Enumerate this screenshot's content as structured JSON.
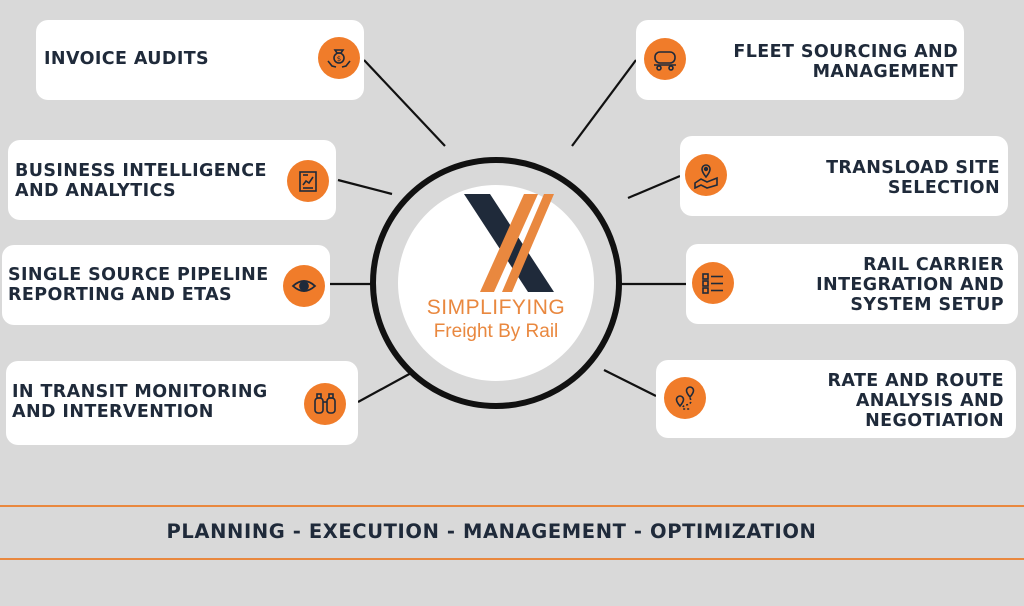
{
  "hub": {
    "title": "SIMPLIFYING",
    "subtitle": "Freight By Rail"
  },
  "services": [
    {
      "label": "INVOICE AUDITS",
      "icon": "money-bag-in-hands-icon"
    },
    {
      "label": "BUSINESS INTELLIGENCE\nAND ANALYTICS",
      "icon": "analytics-report-icon"
    },
    {
      "label": "SINGLE SOURCE PIPELINE\nREPORTING AND ETAS",
      "icon": "eye-icon"
    },
    {
      "label": "IN TRANSIT MONITORING\nAND INTERVENTION",
      "icon": "binoculars-icon"
    },
    {
      "label": "FLEET SOURCING AND\nMANAGEMENT",
      "icon": "tank-railcar-icon"
    },
    {
      "label": "TRANSLOAD SITE\nSELECTION",
      "icon": "map-pin-icon"
    },
    {
      "label": "RAIL CARRIER\nINTEGRATION AND\nSYSTEM SETUP",
      "icon": "checklist-icon"
    },
    {
      "label": "RATE AND ROUTE\nANALYSIS AND\nNEGOTIATION",
      "icon": "route-icon"
    }
  ],
  "footer": {
    "tagline": "PLANNING - EXECUTION - MANAGEMENT - OPTIMIZATION"
  },
  "colors": {
    "accent": "#f07c2a",
    "navy": "#1f2a3a",
    "background": "#d9d9d9",
    "card": "#ffffff"
  }
}
